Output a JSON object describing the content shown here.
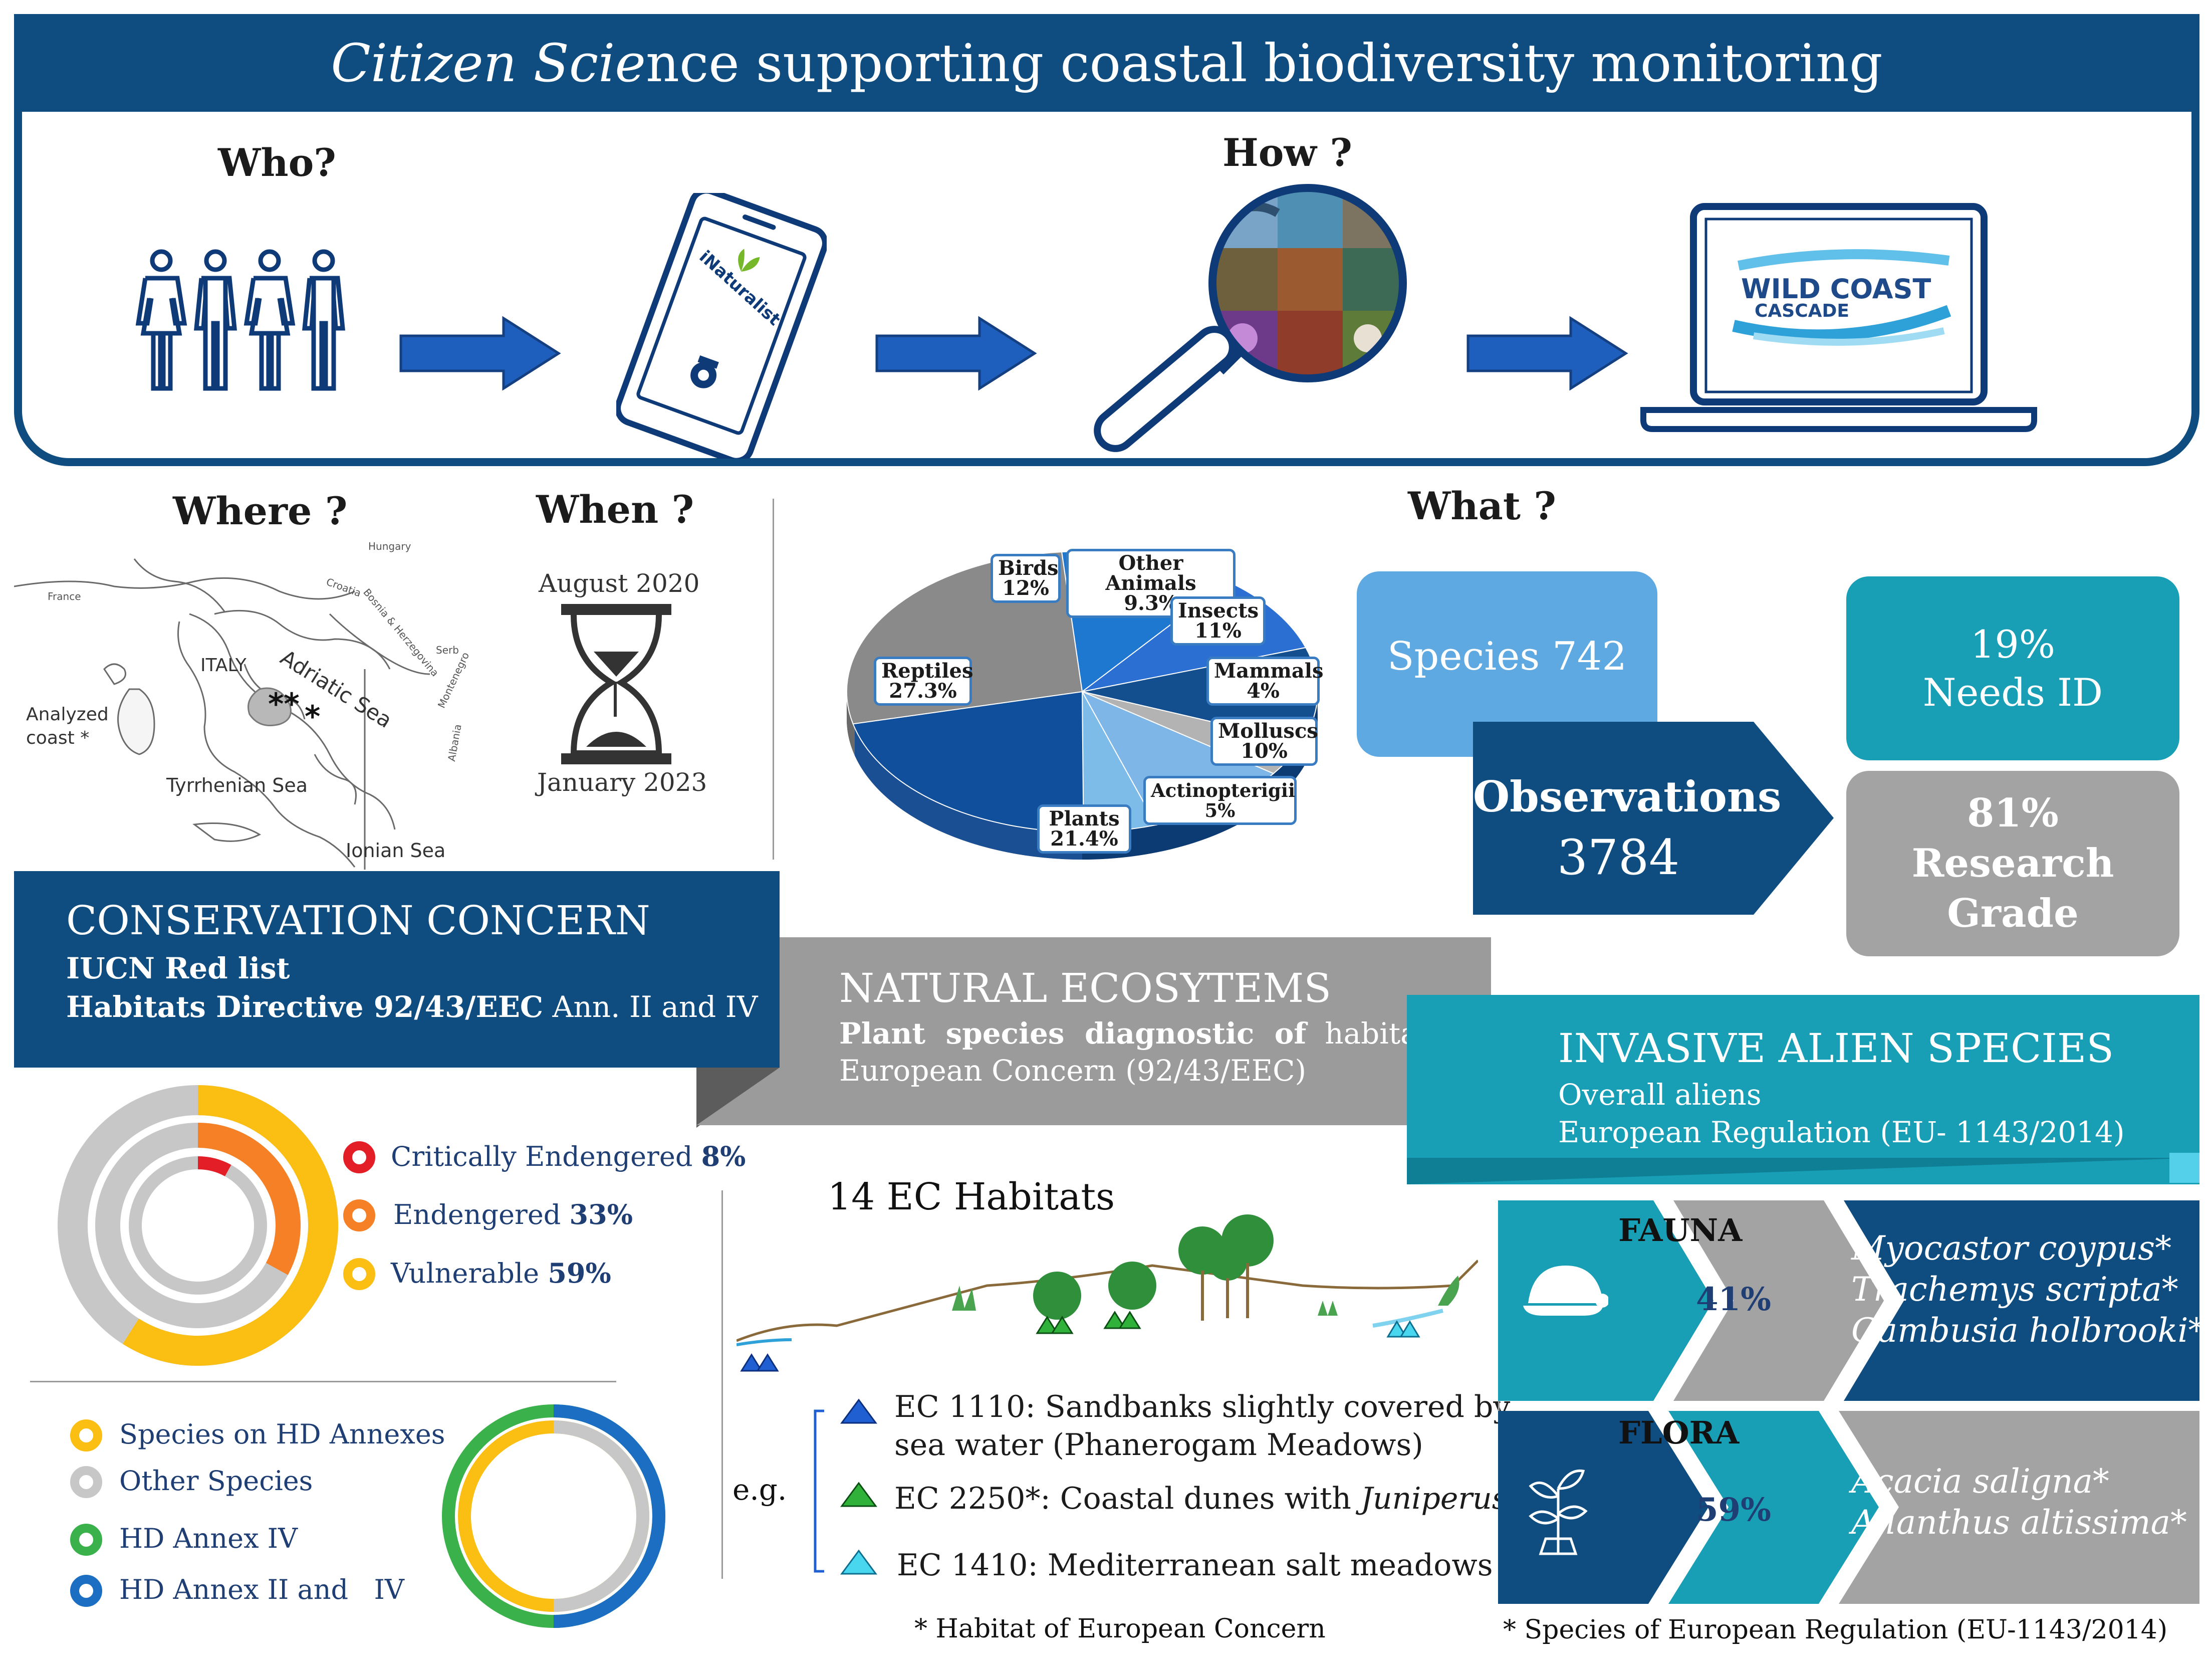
{
  "title": {
    "italic": "Citizen Scie",
    "rest": "nce supporting coastal biodiversity monitoring"
  },
  "questions": {
    "who": "Who?",
    "how": "How ?",
    "where": "Where ?",
    "when": "When ?",
    "what": "What ?"
  },
  "inaturalist_label": "iNaturalist",
  "wildcoast": {
    "line1": "WILD COAST",
    "line2": "CASCADE"
  },
  "map": {
    "hungary": "Hungary",
    "france": "France",
    "croatia": "Croatia",
    "bosnia": "Bosnia & Herzegovina",
    "serbia": "Serb",
    "italy": "ITALY",
    "adriatic": "Adriatic Sea",
    "montenegro": "Montenegro",
    "analyzed_1": "Analyzed",
    "analyzed_2": "coast *",
    "albania": "Albania",
    "tyrrhenian": "Tyrrhenian Sea",
    "ionian": "Ionian Sea",
    "marker": "*",
    "marker_big": "**"
  },
  "when": {
    "start": "August 2020",
    "end": "January 2023"
  },
  "chart_data": {
    "type": "pie",
    "title": "",
    "slices": [
      {
        "label": "Birds",
        "value": 12,
        "display": "12%"
      },
      {
        "label": "Other Animals",
        "value": 9.3,
        "display": "9.3%"
      },
      {
        "label": "Insects",
        "value": 11,
        "display": "11%"
      },
      {
        "label": "Mammals",
        "value": 4,
        "display": "4%"
      },
      {
        "label": "Molluscs",
        "value": 10,
        "display": "10%"
      },
      {
        "label": "Actinopterigii",
        "value": 5,
        "display": "5%"
      },
      {
        "label": "Plants",
        "value": 21.4,
        "display": "21.4%"
      },
      {
        "label": "Reptiles",
        "value": 27.3,
        "display": "27.3%"
      }
    ],
    "colors": [
      "#1e78d0",
      "#2a6fd1",
      "#134f8e",
      "#b3b3b3",
      "#7fb6e8",
      "#7dbbe8",
      "#0f4f9b",
      "#8a8a8a"
    ]
  },
  "stats": {
    "species": "Species 742",
    "observations_label": "Observations",
    "observations_value": "3784",
    "needs_id_pct": "19%",
    "needs_id_label": "Needs ID",
    "research_pct": "81%",
    "research_label": "Research Grade"
  },
  "conservation": {
    "title": "CONSERVATION CONCERN",
    "line1": "IUCN Red list",
    "line2_bold": "Habitats Directive 92/43/EEC",
    "line2_rest": " Ann. II and IV"
  },
  "natural": {
    "title": "NATURAL ECOSYTEMS",
    "line1_bold": "Plant  species  diagnostic  of",
    "line1_rest": "  habitats  of",
    "line2": "European Concern (92/43/EEC)"
  },
  "invasive": {
    "title": "INVASIVE ALIEN SPECIES",
    "line1": "Overall aliens",
    "line2": "European Regulation (EU- 1143/2014)"
  },
  "iucn_legend": [
    {
      "label": "Critically Endengered",
      "value": "8%",
      "color": "#e41e26"
    },
    {
      "label": "Endengered",
      "value": "33%",
      "color": "#f58025"
    },
    {
      "label": "Vulnerable",
      "value": "59%",
      "color": "#fbbf14"
    }
  ],
  "hd_legend": [
    {
      "label": "Species on HD Annexes",
      "color": "#fbbf14"
    },
    {
      "label": "Other Species",
      "color": "#c7c7c7"
    },
    {
      "label": "HD Annex IV",
      "color": "#3ab14a"
    },
    {
      "label": "HD Annex II and   IV",
      "color": "#1b6ec2"
    }
  ],
  "iucn_rings": {
    "critically": 8,
    "endangered": 33,
    "vulnerable": 59
  },
  "habitats": {
    "title": "14 EC Habitats",
    "eg": "e.g.",
    "items": [
      {
        "line1": "EC 1110: Sandbanks slightly covered by",
        "line2": "sea water (Phanerogam Meadows)",
        "color": "#1f5fd1"
      },
      {
        "line1": "EC 2250*: Coastal dunes with ",
        "italic": "Juniperus",
        "tail": ".",
        "color": "#2fb13a"
      },
      {
        "line1": "EC 1410: Mediterranean salt meadows",
        "color": "#49d6ef"
      }
    ],
    "footnote": "* Habitat of European Concern"
  },
  "fauna": {
    "label": "FAUNA",
    "pct": "41%",
    "species": [
      "Myocastor coypus*",
      "Trachemys scripta*",
      "Gambusia holbrooki*"
    ]
  },
  "flora": {
    "label": "FLORA",
    "pct": "59%",
    "species": [
      "Acacia saligna*",
      "Ailanthus altissima*"
    ]
  },
  "regulation_footnote": "* Species of European Regulation (EU-1143/2014)"
}
